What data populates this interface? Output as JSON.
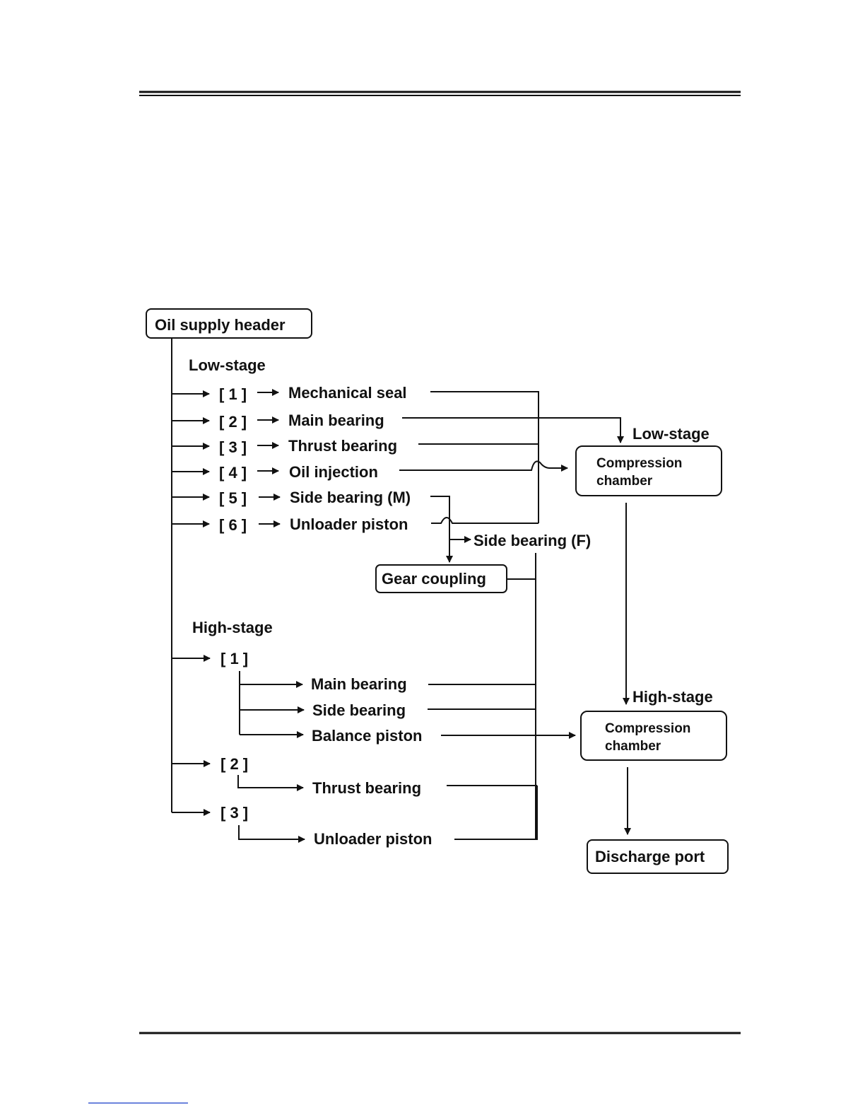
{
  "diagram": {
    "header": "Oil supply header",
    "low": {
      "title": "Low-stage",
      "items": [
        {
          "tag": "[ 1 ]",
          "label": "Mechanical seal"
        },
        {
          "tag": "[ 2 ]",
          "label": "Main bearing"
        },
        {
          "tag": "[ 3 ]",
          "label": "Thrust bearing"
        },
        {
          "tag": "[ 4 ]",
          "label": "Oil injection"
        },
        {
          "tag": "[ 5 ]",
          "label": "Side bearing (M)"
        },
        {
          "tag": "[ 6 ]",
          "label": "Unloader piston"
        }
      ],
      "side_bearing_f": "Side bearing (F)",
      "gear_coupling": "Gear coupling",
      "chamber_stage": "Low-stage",
      "chamber_line1": "Compression",
      "chamber_line2": "chamber"
    },
    "high": {
      "title": "High-stage",
      "tags": [
        "[ 1 ]",
        "[ 2 ]",
        "[ 3 ]"
      ],
      "items": [
        "Main bearing",
        "Side bearing",
        "Balance piston",
        "Thrust bearing",
        "Unloader piston"
      ],
      "chamber_stage": "High-stage",
      "chamber_line1": "Compression",
      "chamber_line2": "chamber"
    },
    "discharge": "Discharge port"
  }
}
